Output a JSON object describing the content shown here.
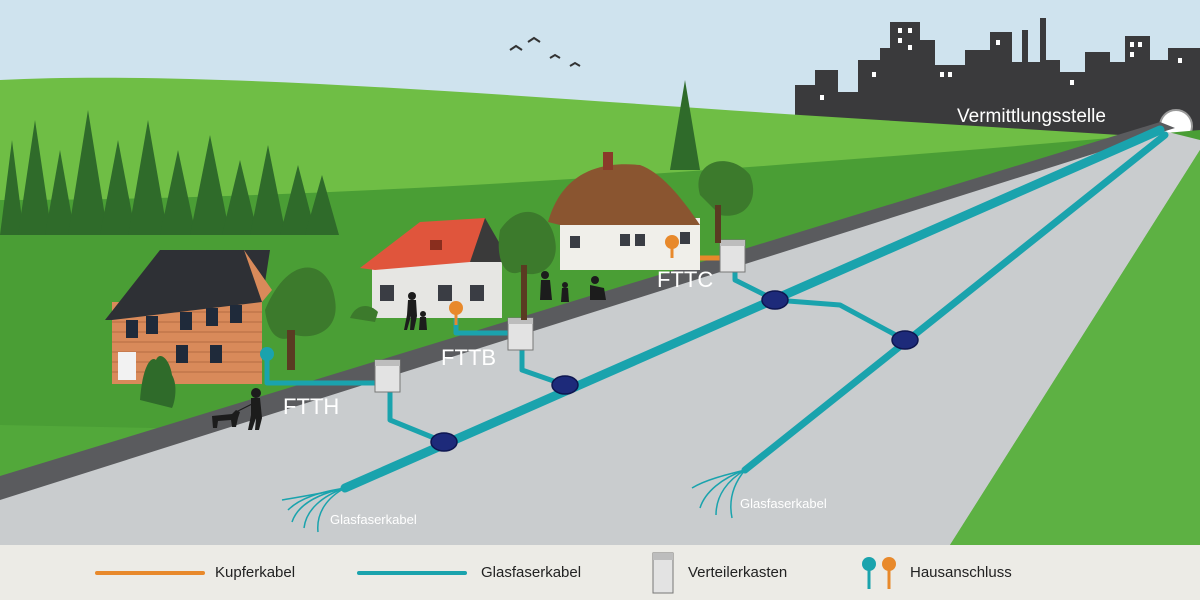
{
  "labels": {
    "ftth": "FTTH",
    "fttb": "FTTB",
    "fttc": "FTTC",
    "central_office": "Vermittlungsstelle",
    "fiber_cable_left": "Glasfaserkabel",
    "fiber_cable_right": "Glasfaserkabel"
  },
  "legend": {
    "copper_cable": "Kupferkabel",
    "fiber_cable": "Glasfaserkabel",
    "distribution_box": "Verteilerkasten",
    "house_connection": "Hausanschluss"
  },
  "colors": {
    "copper": "#e8892b",
    "fiber": "#1aa3ad",
    "splice": "#1d2a7a",
    "sky": "#cfe3ee",
    "grass": "#52a83a",
    "road": "#c9ccce",
    "curb": "#5a5b5e",
    "legend_bg": "#ecebe6"
  },
  "icons": [
    "bird-icon",
    "tree-icon",
    "house-icon",
    "person-silhouette-icon",
    "dog-icon",
    "distribution-box-icon",
    "house-connection-pin-icon",
    "city-skyline-icon"
  ]
}
